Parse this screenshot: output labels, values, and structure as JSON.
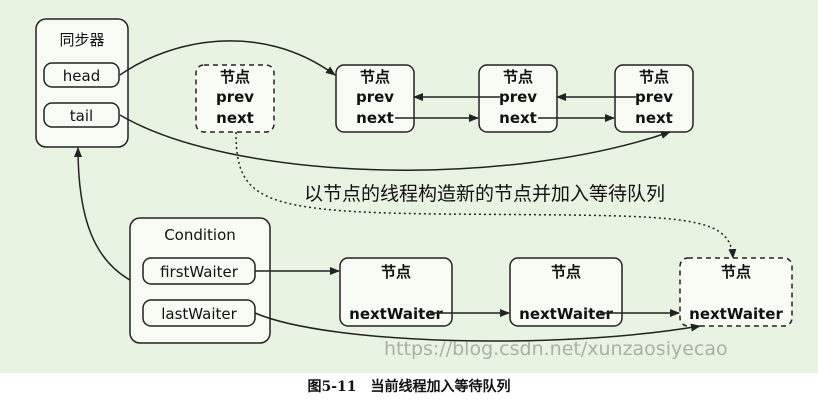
{
  "synchronizer": {
    "title": "同步器",
    "head_label": "head",
    "tail_label": "tail"
  },
  "node_label": "节点",
  "prev_label": "prev",
  "next_label": "next",
  "note": "以节点的线程构造新的节点并加入等待队列",
  "condition": {
    "title": "Condition",
    "first_waiter_label": "firstWaiter",
    "last_waiter_label": "lastWaiter"
  },
  "next_waiter_label": "nextWaiter",
  "caption": "图5-11　当前线程加入等待队列",
  "watermark": "https://blog.csdn.net/xunzaosiyecao"
}
